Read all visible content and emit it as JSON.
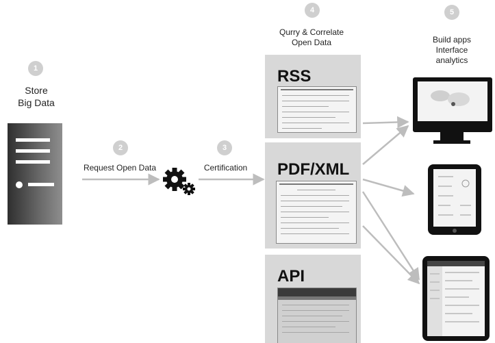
{
  "steps": {
    "s1": {
      "number": "1",
      "label_line1": "Store",
      "label_line2": "Big Data"
    },
    "s2": {
      "number": "2",
      "label": "Request Open Data"
    },
    "s3": {
      "number": "3",
      "label": "Certification"
    },
    "s4": {
      "number": "4",
      "label_line1": "Qurry & Correlate",
      "label_line2": "Open Data"
    },
    "s5": {
      "number": "5",
      "label_line1": "Build apps",
      "label_line2": "Interface",
      "label_line3": "analytics"
    }
  },
  "sources": {
    "rss": "RSS",
    "pdfxml": "PDF/XML",
    "api": "API"
  },
  "icons": {
    "server": "server-icon",
    "gears": "gears-icon",
    "monitor": "monitor-icon",
    "tablet": "tablet-icon"
  },
  "colors": {
    "panel": "#d8d8d8",
    "arrow": "#bdbdbd",
    "step_circle": "#cfcfcf",
    "device": "#111111"
  }
}
